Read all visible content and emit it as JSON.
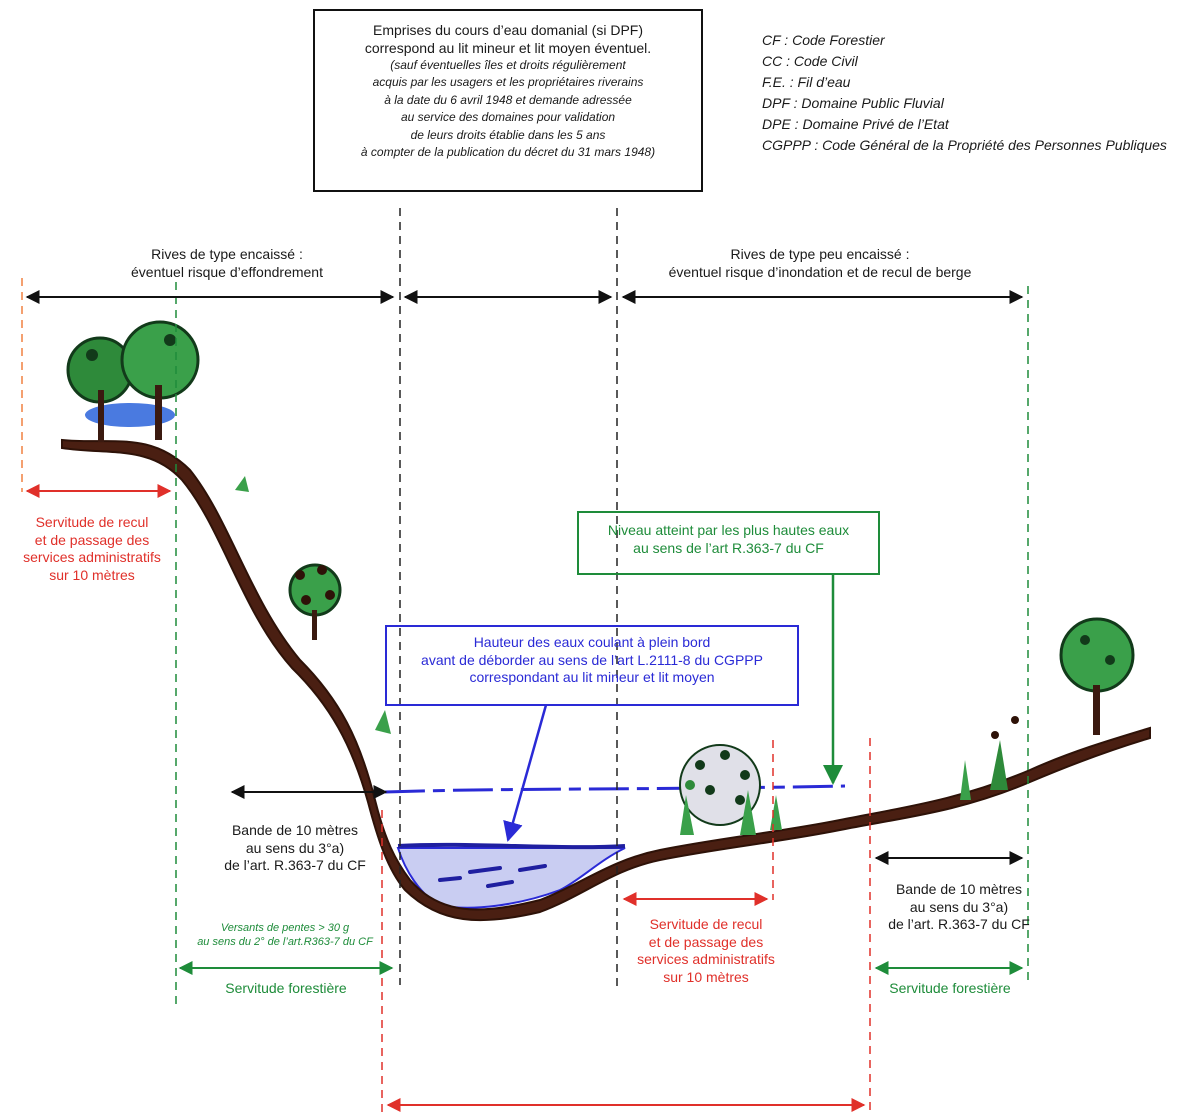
{
  "top_box": {
    "heading": [
      "Emprises du cours d’eau domanial (si DPF)",
      "correspond au lit mineur et lit moyen éventuel."
    ],
    "note": [
      "(sauf éventuelles îles et droits régulièrement",
      "acquis par les usagers et les propriétaires riverains",
      "à la date du 6 avril 1948  et demande adressée",
      "au service des domaines pour validation",
      "de leurs droits établie dans les 5 ans",
      "à compter de la publication du décret du 31 mars 1948)"
    ]
  },
  "legend": [
    "CF : Code Forestier",
    "CC : Code Civil",
    "F.E. : Fil d’eau",
    "DPF : Domaine Public Fluvial",
    "DPE : Domaine Privé de l’Etat",
    "CGPPP : Code Général de la Propriété des Personnes Publiques"
  ],
  "rives_left": [
    "Rives de type encaissé :",
    "éventuel risque d’effondrement"
  ],
  "rives_right": [
    "Rives de type peu encaissé :",
    "éventuel risque d’inondation et de recul de berge"
  ],
  "servitude_recul_left": [
    "Servitude de recul",
    "et de passage des",
    "services administratifs",
    "sur 10 mètres"
  ],
  "servitude_recul_center": [
    "Servitude de recul",
    "et de passage des",
    "services administratifs",
    "sur 10 mètres"
  ],
  "niveau_box": [
    "Niveau atteint par les plus hautes eaux",
    "au sens de l’art R.363-7 du CF"
  ],
  "hauteur_box": [
    "Hauteur des eaux coulant à plein bord",
    "avant de déborder au sens de l’art L.2111-8 du CGPPP",
    "correspondant au lit mineur et lit moyen"
  ],
  "bande_left": [
    "Bande de 10 mètres",
    "au sens du 3°a)",
    "de l’art. R.363-7  du CF"
  ],
  "bande_right": [
    "Bande de 10 mètres",
    "au sens du 3°a)",
    "de l’art. R.363-7  du CF"
  ],
  "versants": [
    "Versants de pentes > 30 g",
    "au sens du 2° de l’art.R363-7 du CF"
  ],
  "servitude_forestiere_left": "Servitude forestière",
  "servitude_forestiere_right": "Servitude forestière",
  "colors": {
    "red": "#e0302a",
    "green": "#1e8c3a",
    "blue": "#2a2ad6",
    "water": "#c9cdf2",
    "ground": "#4a1f12",
    "orange_dash": "#f08040"
  }
}
